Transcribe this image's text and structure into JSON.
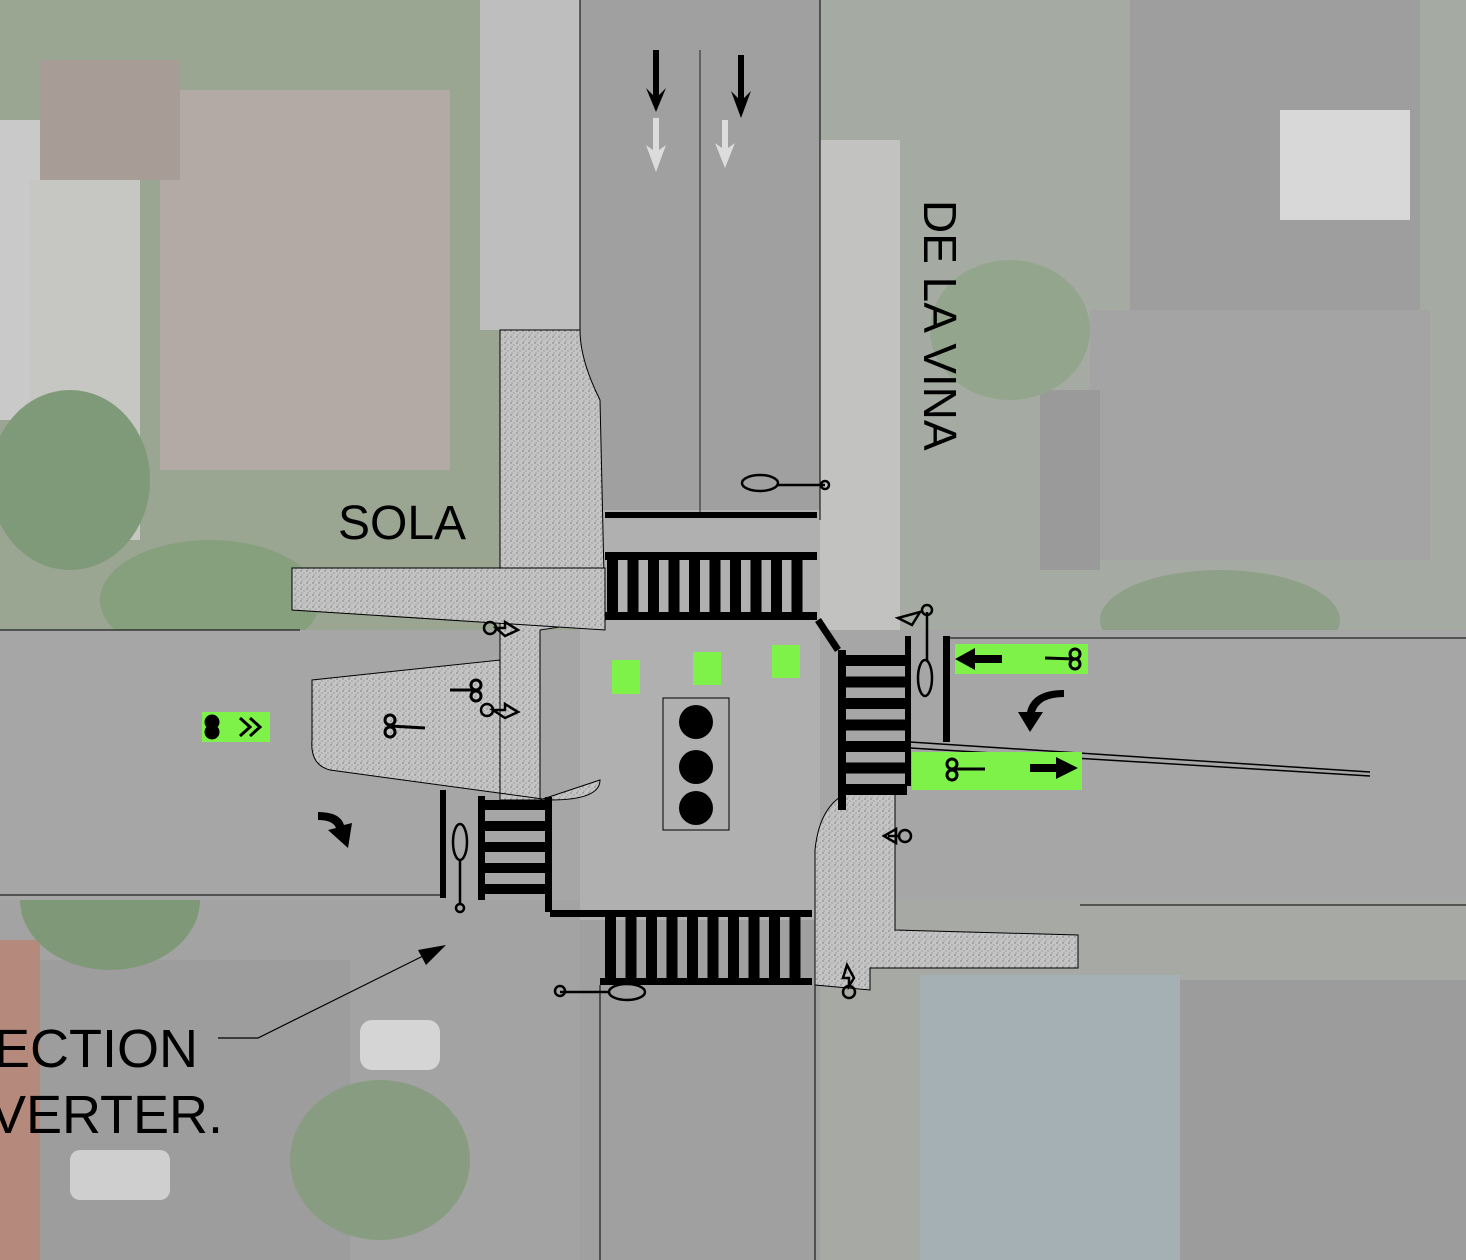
{
  "labels": {
    "cross_street": "SOLA",
    "main_street": "DE LA VINA",
    "callout_line1": "ECTION",
    "callout_line2": "VERTER."
  },
  "colors": {
    "bike_green": "#7ff24a",
    "road": "#a3a3a3",
    "sidewalk_speckle": "#bdbdbd",
    "marking": "#000000"
  },
  "icons": [
    "arrow-down-icon",
    "bicycle-icon",
    "pedestrian-signal-icon",
    "traffic-signal-icon",
    "left-turn-arrow-icon",
    "right-turn-arrow-icon",
    "arrow-left-icon",
    "arrow-right-icon",
    "sharrow-icon"
  ]
}
